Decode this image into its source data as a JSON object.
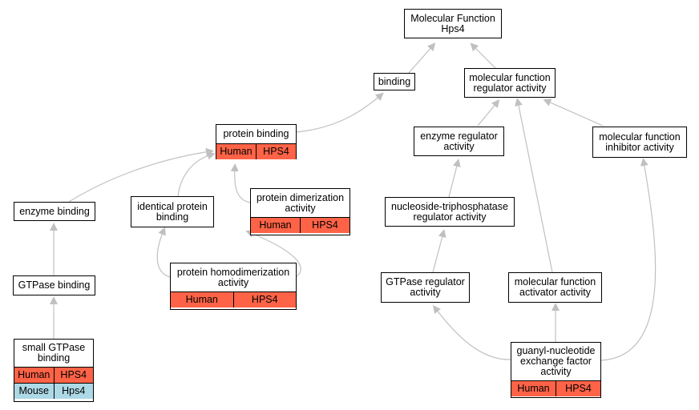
{
  "colors": {
    "human": "#ff6347",
    "mouse": "#add8e6",
    "edge": "#c0c0c0"
  },
  "nodes": {
    "mf_root": {
      "label": "Molecular Function\nHps4"
    },
    "binding": {
      "label": "binding"
    },
    "mf_regulator": {
      "label": "molecular function\nregulator activity"
    },
    "protein_binding": {
      "label": "protein binding",
      "species": "Human",
      "gene": "HPS4"
    },
    "enzyme_regulator": {
      "label": "enzyme regulator\nactivity"
    },
    "mf_inhibitor": {
      "label": "molecular function\ninhibitor activity"
    },
    "enzyme_binding": {
      "label": "enzyme binding"
    },
    "identical_protein": {
      "label": "identical protein\nbinding"
    },
    "protein_dimerization": {
      "label": "protein dimerization\nactivity",
      "species": "Human",
      "gene": "HPS4"
    },
    "ntpase_regulator": {
      "label": "nucleoside-triphosphatase\nregulator activity"
    },
    "gtpase_binding": {
      "label": "GTPase binding"
    },
    "protein_homodimerization": {
      "label": "protein homodimerization\nactivity",
      "species": "Human",
      "gene": "HPS4"
    },
    "gtpase_regulator": {
      "label": "GTPase regulator\nactivity"
    },
    "mf_activator": {
      "label": "molecular function\nactivator activity"
    },
    "small_gtpase": {
      "label": "small GTPase\nbinding",
      "species": "Human",
      "gene": "HPS4",
      "species2": "Mouse",
      "gene2": "Hps4"
    },
    "gnef": {
      "label": "guanyl-nucleotide\nexchange factor\nactivity",
      "species": "Human",
      "gene": "HPS4"
    }
  }
}
